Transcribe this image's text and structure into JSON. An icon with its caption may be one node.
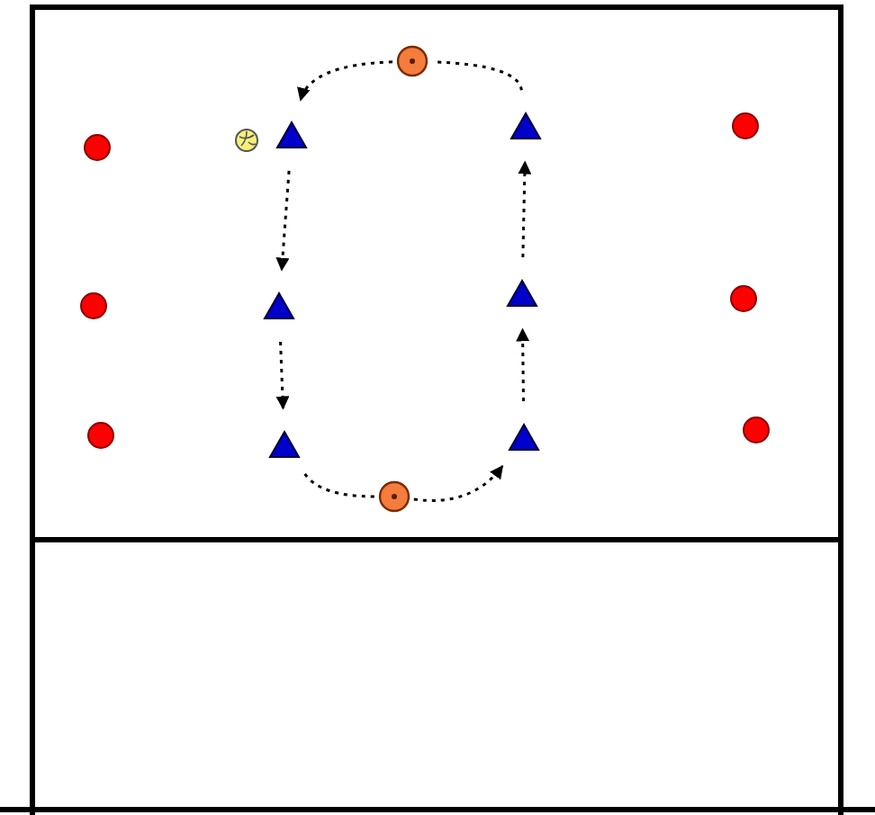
{
  "diagram": {
    "nodes": [
      {
        "text": [],
        "shape": "circle"
      },
      {
        "text": [],
        "shape": "circle"
      },
      {
        "text": [],
        "shape": "ball"
      },
      {
        "text": [],
        "shape": "triangle"
      },
      {
        "text": [],
        "shape": "triangle"
      },
      {
        "text": [],
        "shape": "circle"
      },
      {
        "text": [],
        "shape": "circle"
      },
      {
        "text": [],
        "shape": "triangle"
      },
      {
        "text": [],
        "shape": "triangle"
      },
      {
        "text": [],
        "shape": "circle"
      },
      {
        "text": [],
        "shape": "circle"
      },
      {
        "text": [],
        "shape": "triangle"
      },
      {
        "text": [],
        "shape": "triangle"
      },
      {
        "text": [],
        "shape": "circle"
      },
      {
        "text": [],
        "shape": "circle"
      }
    ],
    "edges": [
      {
        "from": 3,
        "to": 7,
        "arrow": "to",
        "style": "dashed"
      },
      {
        "from": 7,
        "to": 11,
        "arrow": "to",
        "style": "dashed"
      },
      {
        "from": 11,
        "to": 14,
        "arrow": "none",
        "style": "dashed"
      },
      {
        "from": 14,
        "to": 12,
        "arrow": "to",
        "style": "dashed"
      },
      {
        "from": 12,
        "to": 8,
        "arrow": "to",
        "style": "dashed"
      },
      {
        "from": 8,
        "to": 4,
        "arrow": "to",
        "style": "dashed"
      },
      {
        "from": 4,
        "to": 0,
        "arrow": "none",
        "style": "dashed"
      },
      {
        "from": 0,
        "to": 3,
        "arrow": "to",
        "style": "dashed"
      }
    ]
  }
}
